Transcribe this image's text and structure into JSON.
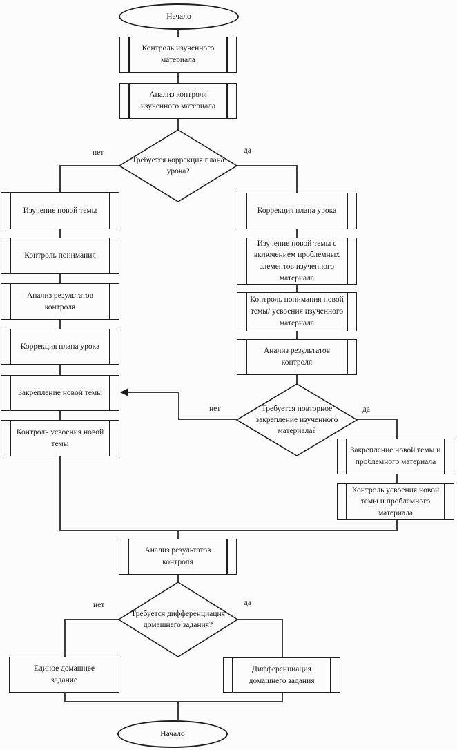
{
  "terminators": {
    "start": "Начало",
    "end": "Начало"
  },
  "top_sequence": {
    "control_studied": "Контроль изученного материала",
    "analysis_control": "Анализ контроля изученного материала"
  },
  "decisions": {
    "plan_correction": {
      "question": "Требуется коррекция плана урока?",
      "no": "нет",
      "yes": "да"
    },
    "repeat_consolidation": {
      "question": "Требуется повторное закрепление изученного материала?",
      "no": "нет",
      "yes": "да"
    },
    "homework_differentiation": {
      "question": "Требуется дифференциация домашнего задания?",
      "no": "нет",
      "yes": "да"
    }
  },
  "left_branch": [
    "Изучение новой темы",
    "Контроль понимания",
    "Анализ результатов контроля",
    "Коррекция плана урока",
    "Закрепление новой темы",
    "Контроль усвоения новой темы"
  ],
  "right_branch": [
    "Коррекция плана урока",
    "Изучение новой темы с включением проблемных элементов изученного материала",
    "Контроль понимания новой темы/ усвоения изученного материала",
    "Анализ результатов контроля"
  ],
  "problem_branch": [
    "Закрепление новой темы и проблемного материала",
    "Контроль усвоения новой темы и проблемного материала"
  ],
  "merge": {
    "analysis": "Анализ результатов контроля"
  },
  "homework": {
    "single": "Единое домашнее задание",
    "differentiated": "Дифференциация домашнего задания"
  }
}
